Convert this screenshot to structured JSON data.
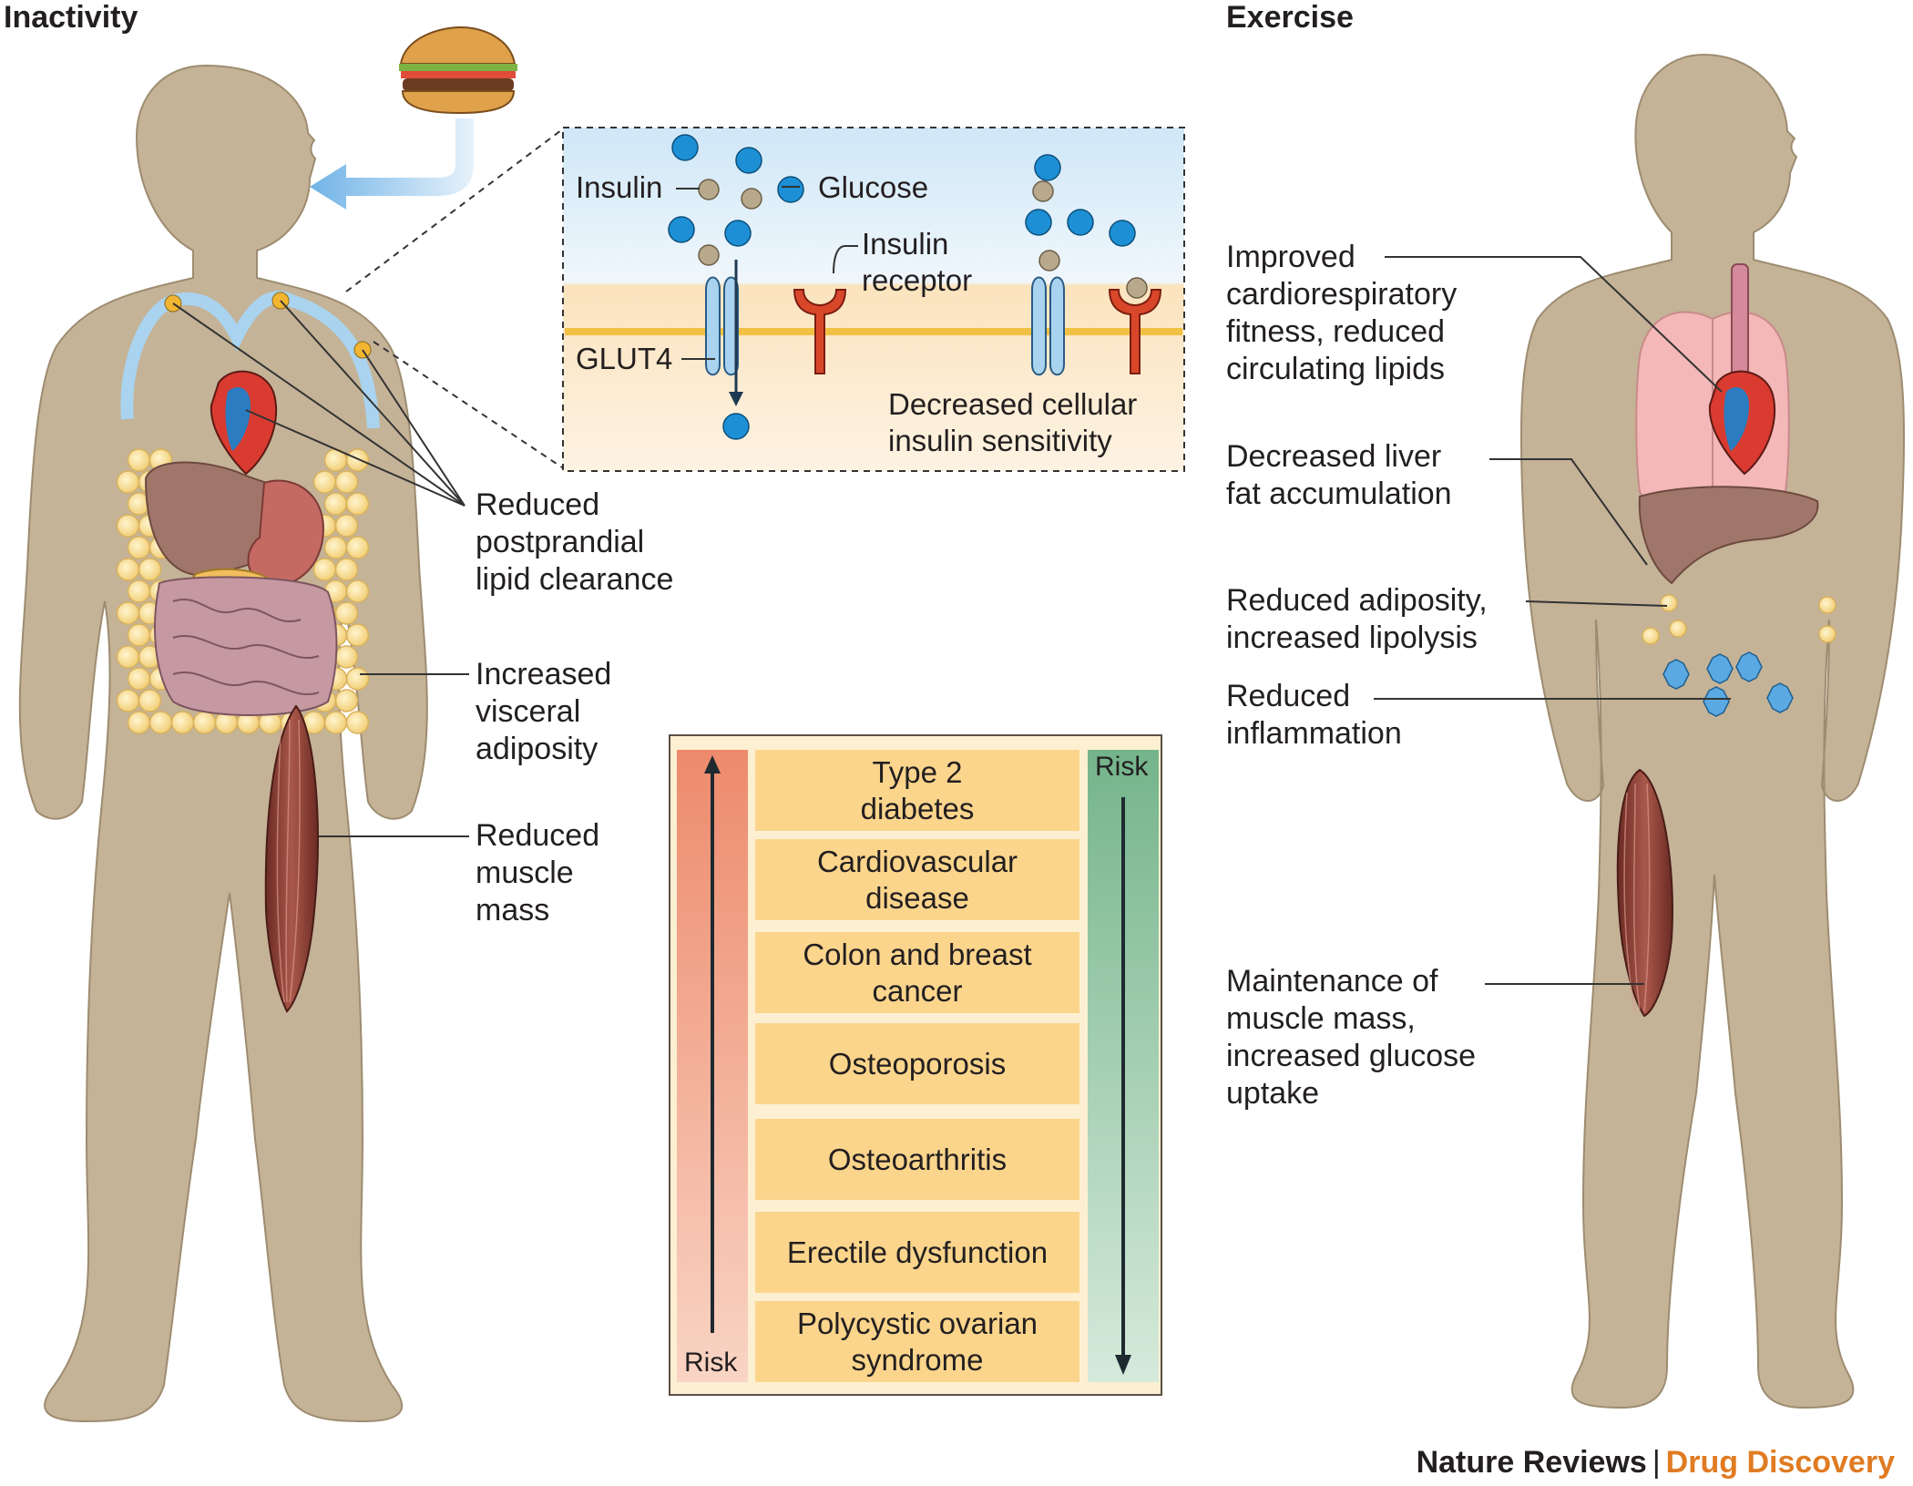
{
  "left_panel": {
    "title": "Inactivity",
    "labels": [
      {
        "id": "lipid",
        "lines": [
          "Reduced",
          "postprandial",
          "lipid clearance"
        ]
      },
      {
        "id": "visceral",
        "lines": [
          "Increased",
          "visceral",
          "adiposity"
        ]
      },
      {
        "id": "muscle",
        "lines": [
          "Reduced",
          "muscle",
          "mass"
        ]
      }
    ]
  },
  "right_panel": {
    "title": "Exercise",
    "labels": [
      {
        "id": "cardio",
        "lines": [
          "Improved",
          "cardiorespiratory",
          "fitness, reduced",
          "circulating lipids"
        ]
      },
      {
        "id": "liver",
        "lines": [
          "Decreased liver",
          "fat accumulation"
        ]
      },
      {
        "id": "adiposity",
        "lines": [
          "Reduced adiposity,",
          "increased lipolysis"
        ]
      },
      {
        "id": "inflammation",
        "lines": [
          "Reduced",
          "inflammation"
        ]
      },
      {
        "id": "muscle",
        "lines": [
          "Maintenance of",
          "muscle mass,",
          "increased glucose",
          "uptake"
        ]
      }
    ]
  },
  "inset": {
    "insulin": "Insulin",
    "glucose": "Glucose",
    "receptor_lines": [
      "Insulin",
      "receptor"
    ],
    "glut4": "GLUT4",
    "sensitivity_lines": [
      "Decreased cellular",
      "insulin sensitivity"
    ]
  },
  "risk_table": {
    "left_risk_label": "Risk",
    "right_risk_label": "Risk",
    "diseases": [
      "Type 2\ndiabetes",
      "Cardiovascular\ndisease",
      "Colon and breast\ncancer",
      "Osteoporosis",
      "Osteoarthritis",
      "Erectile dysfunction",
      "Polycystic ovarian\nsyndrome"
    ]
  },
  "footer": {
    "publisher": "Nature Reviews",
    "separator": "|",
    "journal": "Drug Discovery"
  },
  "colors": {
    "skin": "#c4b397",
    "skin_stroke": "#9d8c70",
    "risk_up": "#ef8e73",
    "risk_down": "#7fb895",
    "disease_cell": "#fbd58c",
    "inset_top": "#d6ebf8",
    "inset_bottom": "#fbe6c4",
    "glucose": "#1d8fd5",
    "insulin": "#b8a98c",
    "receptor": "#d9472b",
    "journal": "#e07b22"
  }
}
